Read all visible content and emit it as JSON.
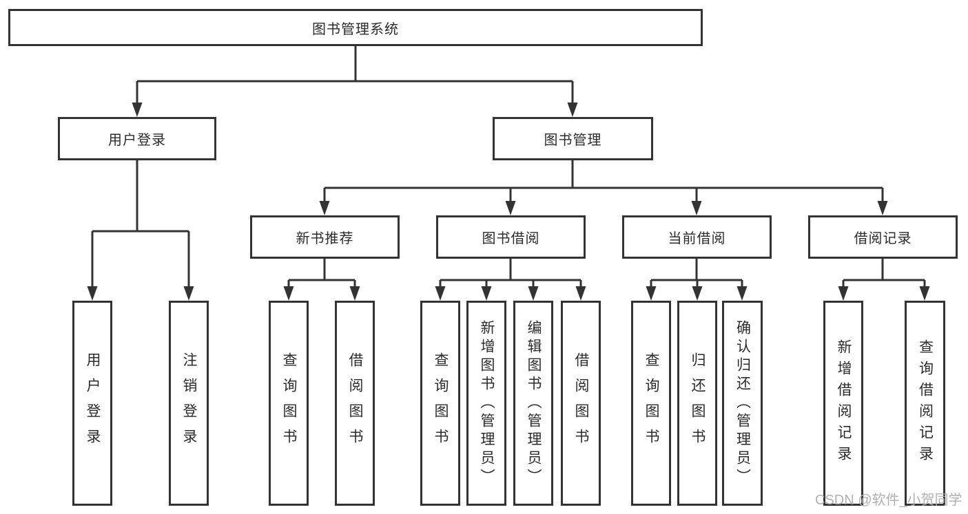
{
  "diagram": {
    "type": "hierarchy-tree",
    "title": "图书管理系统"
  },
  "colors": {
    "line": "#333333",
    "text": "#2b2b2b",
    "box_fill": "#ffffff",
    "background": "#ffffff",
    "watermark": "#b0b0b0"
  },
  "nodes": {
    "root": {
      "label": "图书管理系统"
    },
    "user_login": {
      "label": "用户登录",
      "children": {
        "login": {
          "label": "用户登录"
        },
        "logout": {
          "label": "注销登录"
        }
      }
    },
    "book_management": {
      "label": "图书管理",
      "children": {
        "new_book_recommend": {
          "label": "新书推荐",
          "children": {
            "query_books": {
              "label": "查询图书"
            },
            "borrow_books": {
              "label": "借阅图书"
            }
          }
        },
        "book_borrowing": {
          "label": "图书借阅",
          "children": {
            "query_books": {
              "label": "查询图书"
            },
            "add_books_admin": {
              "label": "新增图书（管理员）"
            },
            "edit_books_admin": {
              "label": "编辑图书（管理员）"
            },
            "borrow_books": {
              "label": "借阅图书"
            }
          }
        },
        "current_borrowing": {
          "label": "当前借阅",
          "children": {
            "query_books": {
              "label": "查询图书"
            },
            "return_books": {
              "label": "归还图书"
            },
            "confirm_return_admin": {
              "label": "确认归还（管理员）"
            }
          }
        },
        "borrowing_records": {
          "label": "借阅记录",
          "children": {
            "add_borrow_record": {
              "label": "新增借阅记录"
            },
            "query_borrow_record": {
              "label": "查询借阅记录"
            }
          }
        }
      }
    }
  },
  "watermark": {
    "text": "CSDN @软件_小贺同学"
  }
}
